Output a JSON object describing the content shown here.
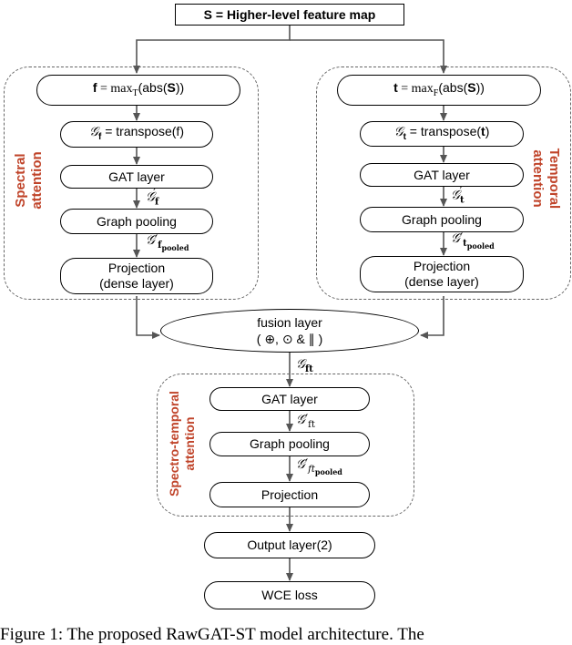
{
  "top": {
    "label": "S = Higher-level feature map"
  },
  "spectral": {
    "side_label_line1": "Spectral",
    "side_label_line2": "attention",
    "f_eq": "f = maxₜ(abs(S))",
    "f_eq_prefix": "f",
    "f_eq_op": " = max",
    "f_eq_sub": "T",
    "f_eq_tail": "(abs(",
    "f_eq_S": "S",
    "f_eq_end": "))",
    "transpose": "ɢf = transpose(f)",
    "transpose_g": "𝒢",
    "transpose_sub": "f",
    "transpose_text": " = transpose(f)",
    "gat": "GAT layer",
    "gat_out_g": "𝒢",
    "gat_out_sub": "f",
    "gat_out_prime": "′",
    "pooling": "Graph pooling",
    "pool_out_g": "𝒢′",
    "pool_out_sub": "f",
    "pool_out_subsub": "pooled",
    "projection_line1": "Projection",
    "projection_line2": "(dense layer)"
  },
  "temporal": {
    "side_label_line1": "Temporal",
    "side_label_line2": "attention",
    "t_eq_prefix": "t",
    "t_eq_op": " = max",
    "t_eq_sub": "F",
    "t_eq_tail": "(abs(",
    "t_eq_S": "S",
    "t_eq_end": "))",
    "transpose_g": "𝒢",
    "transpose_sub": "t",
    "transpose_text_a": " = transpose(",
    "transpose_text_b": "t",
    "transpose_text_c": ")",
    "gat": "GAT layer",
    "gat_out_g": "𝒢",
    "gat_out_sub": "t",
    "gat_out_prime": "′",
    "pooling": "Graph pooling",
    "pool_out_g": "𝒢′",
    "pool_out_sub": "t",
    "pool_out_subsub": "pooled",
    "projection_line1": "Projection",
    "projection_line2": "(dense layer)"
  },
  "fusion": {
    "line1": "fusion layer",
    "line2": "( ⊕, ⊙ & ∥ )",
    "out_g": "𝒢",
    "out_sub": "ft"
  },
  "spectro_temporal": {
    "side_label_line1": "Spectro-temporal",
    "side_label_line2": "attention",
    "gat": "GAT layer",
    "gat_out_g": "𝒢′",
    "gat_out_sub": "ft",
    "pooling": "Graph pooling",
    "pool_out_g": "𝒢′",
    "pool_out_sub": "ft",
    "pool_out_subsub": "pooled",
    "projection": "Projection"
  },
  "output": {
    "label": "Output layer(2)"
  },
  "loss": {
    "label": "WCE loss"
  },
  "caption": "Figure 1:  The proposed RawGAT-ST model architecture. The"
}
